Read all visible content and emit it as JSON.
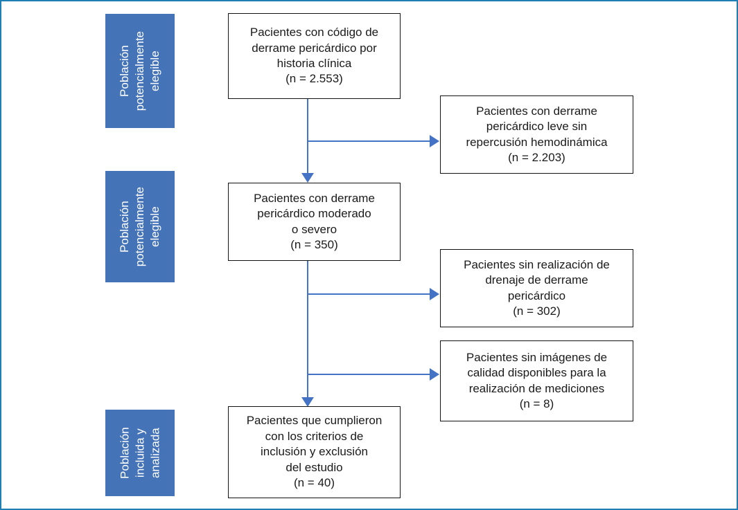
{
  "figure": {
    "type": "flowchart",
    "subject": "Diagrama de flujo de selección de pacientes (derrame pericárdico)",
    "frame_color": "#1f7fb5",
    "stage_box_color": "#4573b8",
    "connector_color": "#4472c4",
    "box_border_color": "#111111"
  },
  "stage_labels": [
    {
      "id": "stage-1",
      "line1": "Población",
      "line2": "potencialmente",
      "line3": "elegible"
    },
    {
      "id": "stage-2",
      "line1": "Población",
      "line2": "potencialmente",
      "line3": "elegible"
    },
    {
      "id": "stage-3",
      "line1": "Población",
      "line2": "incluida y",
      "line3": "analizada"
    }
  ],
  "main_boxes": [
    {
      "id": "box-eligible-code",
      "line1": "Pacientes con código de",
      "line2": "derrame pericárdico por",
      "line3": "historia clínica",
      "count_line": "(n = 2.553)",
      "n": 2553
    },
    {
      "id": "box-moderate-severe",
      "line1": "Pacientes con derrame",
      "line2": "pericárdico moderado",
      "line3": "o severo",
      "count_line": "(n = 350)",
      "n": 350
    },
    {
      "id": "box-included",
      "line1": "Pacientes que cumplieron",
      "line2": "con los criterios de",
      "line3": "inclusión y exclusión",
      "line4": "del estudio",
      "count_line": "(n = 40)",
      "n": 40
    }
  ],
  "exclusion_boxes": [
    {
      "id": "excl-mild",
      "line1": "Pacientes con derrame",
      "line2": "pericárdico leve sin",
      "line3": "repercusión hemodinámica",
      "count_line": "(n = 2.203)",
      "n": 2203
    },
    {
      "id": "excl-no-drainage",
      "line1": "Pacientes sin realización de",
      "line2": "drenaje de derrame",
      "line3": "pericárdico",
      "count_line": "(n = 302)",
      "n": 302
    },
    {
      "id": "excl-no-images",
      "line1": "Pacientes sin imágenes de",
      "line2": "calidad disponibles para la",
      "line3": "realización de mediciones",
      "count_line": "(n = 8)",
      "n": 8
    }
  ]
}
